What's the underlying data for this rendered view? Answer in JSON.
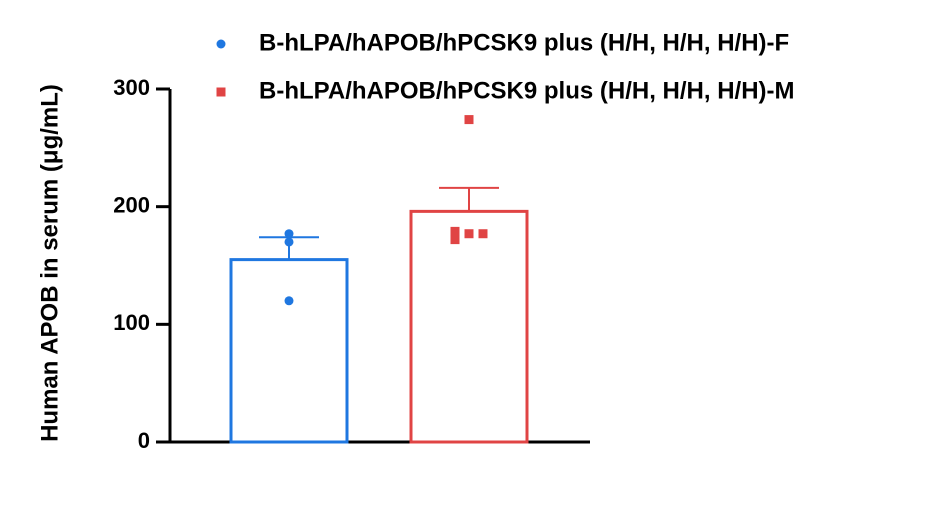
{
  "chart_data": {
    "type": "bar",
    "title": "",
    "xlabel": "",
    "ylabel": "Human APOB in serum (μg/mL)",
    "ylim": [
      0,
      300
    ],
    "yticks": [
      0,
      100,
      200,
      300
    ],
    "grid": false,
    "legend_position": "top-right",
    "series": [
      {
        "name": "B-hLPA/hAPOB/hPCSK9 plus (H/H, H/H, H/H)-F",
        "color": "#1f77e0",
        "marker": "circle",
        "mean": 155,
        "error": 19,
        "points": [
          177,
          170,
          120
        ]
      },
      {
        "name": "B-hLPA/hAPOB/hPCSK9 plus (H/H, H/H, H/H)-M",
        "color": "#e04444",
        "marker": "square",
        "mean": 196,
        "error": 20,
        "points": [
          274,
          179,
          177,
          177,
          172
        ]
      }
    ]
  }
}
